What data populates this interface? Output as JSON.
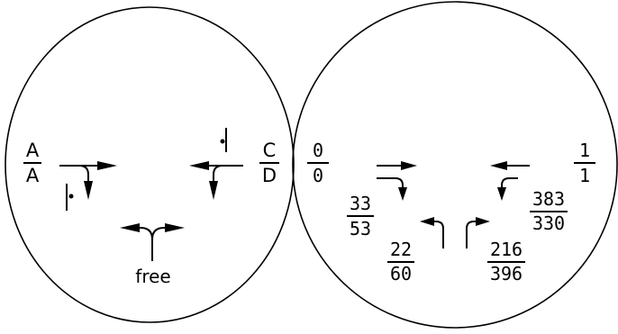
{
  "left_diagram": {
    "label_left": {
      "top": "A",
      "bottom": "A"
    },
    "label_right": {
      "top": "C",
      "bottom": "D"
    },
    "free_label": "free"
  },
  "right_diagram": {
    "ratios": {
      "left": {
        "top": "0",
        "bottom": "0"
      },
      "right": {
        "top": "1",
        "bottom": "1"
      },
      "mid_left": {
        "top": "33",
        "bottom": "53"
      },
      "mid_right": {
        "top": "383",
        "bottom": "330"
      },
      "bottom_left": {
        "top": "22",
        "bottom": "60"
      },
      "bottom_right": {
        "top": "216",
        "bottom": "396"
      }
    }
  }
}
